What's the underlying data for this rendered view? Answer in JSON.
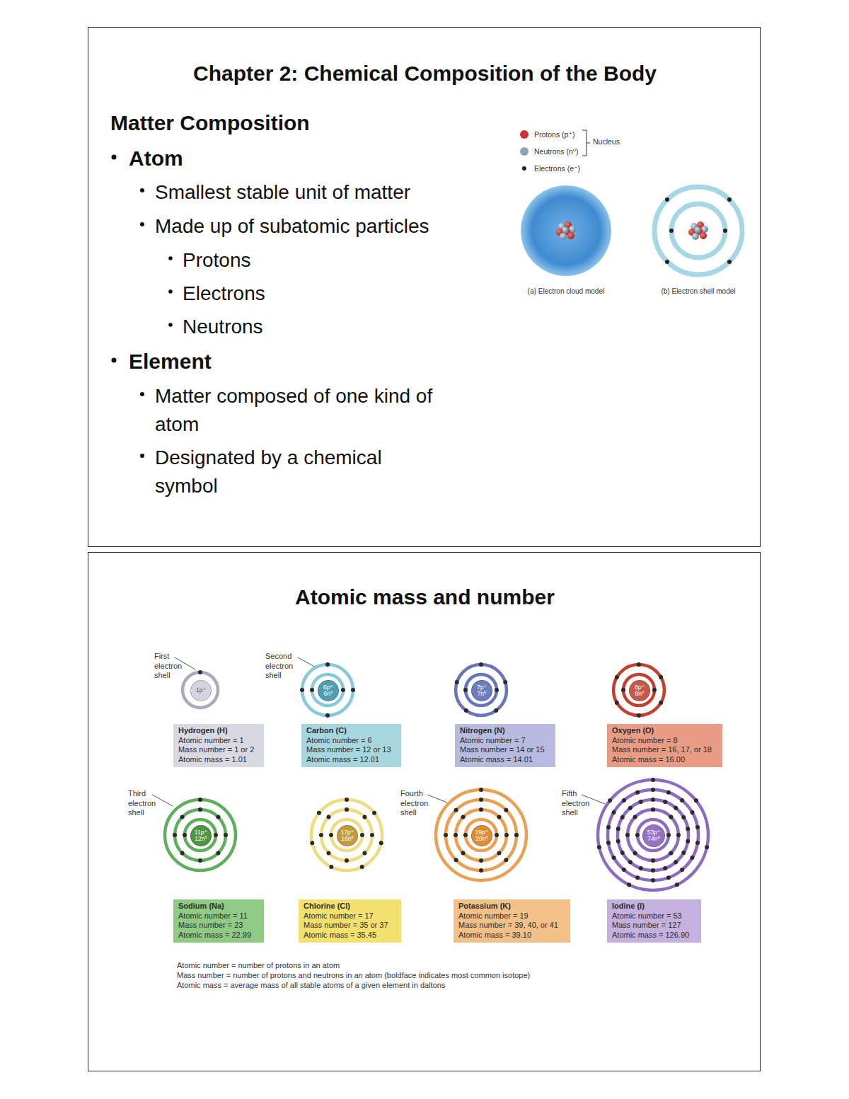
{
  "diagram": {
    "nodes": [
      {
        "text": [
          "Chapter 2: Chemical Composition of the Body",
          "Matter Composition",
          "Atom",
          "Smallest stable unit of matter",
          "Made up of subatomic particles",
          "Protons",
          "Electrons",
          "Neutrons",
          "Element",
          "Matter composed of one kind of atom",
          "Designated by a chemical symbol"
        ]
      },
      {
        "text": [
          "Atomic mass and number"
        ]
      },
      {
        "text": [
          "1p⁺"
        ],
        "in": 1
      },
      {
        "text": [
          "Hydrogen (H)",
          "Atomic number = 1",
          "Mass number = 1 or 2",
          "Atomic mass = 1.01"
        ],
        "in": 1
      },
      {
        "text": [
          "6p⁺ 6n⁰"
        ],
        "in": 1
      },
      {
        "text": [
          "Carbon (C)",
          "Atomic number = 6",
          "Mass number = 12 or 13",
          "Atomic mass = 12.01"
        ],
        "in": 1
      },
      {
        "text": [
          "7p⁺ 7n⁰"
        ],
        "in": 1
      },
      {
        "text": [
          "Nitrogen (N)",
          "Atomic number = 7",
          "Mass number = 14 or 15",
          "Atomic mass = 14.01"
        ],
        "in": 1
      },
      {
        "text": [
          "8p⁺ 8n⁰"
        ],
        "in": 1
      },
      {
        "text": [
          "Oxygen (O)",
          "Atomic number = 8",
          "Mass number = 16, 17, or 18",
          "Atomic mass = 16.00"
        ],
        "in": 1
      },
      {
        "text": [
          "11p⁺ 12n⁰"
        ],
        "in": 1
      },
      {
        "text": [
          "Sodium (Na)",
          "Atomic number = 11",
          "Mass number = 23",
          "Atomic mass = 22.99"
        ],
        "in": 1
      },
      {
        "text": [
          "17p⁺ 18n⁰"
        ],
        "in": 1
      },
      {
        "text": [
          "Chlorine (Cl)",
          "Atomic number = 17",
          "Mass number = 35 or 37",
          "Atomic mass = 35.45"
        ],
        "in": 1
      },
      {
        "text": [
          "19p⁺ 20n⁰"
        ],
        "in": 1
      },
      {
        "text": [
          "Potassium (K)",
          "Atomic number = 19",
          "Mass number = 39, 40, or 41",
          "Atomic mass = 39.10"
        ],
        "in": 1
      },
      {
        "text": [
          "53p⁺ 74n⁰"
        ],
        "in": 1
      },
      {
        "text": [
          "Iodine (I)",
          "Atomic number = 53",
          "Mass number = 127",
          "Atomic mass = 126.90"
        ],
        "in": 1
      }
    ],
    "labels": [
      "Nucleus",
      "(a) Electron cloud model",
      "(b) Electron shell model",
      "First electron shell",
      "Second electron shell",
      "Third electron shell",
      "Fourth electron shell",
      "Fifth electron shell",
      "Atomic number = number of protons in an atom",
      "Mass number = number of protons and neutrons in an atom (boldface indicates most common isotope)",
      "Atomic mass = average mass of all stable atoms of a given element in daltons"
    ],
    "legend": [
      {
        "text": "Protons (p⁺)",
        "color": "#d22f2f"
      },
      {
        "text": "Neutrons (n⁰)",
        "color": "#8aa3bb"
      },
      {
        "text": "Electrons (e⁻)",
        "color": "#222222"
      }
    ]
  }
}
